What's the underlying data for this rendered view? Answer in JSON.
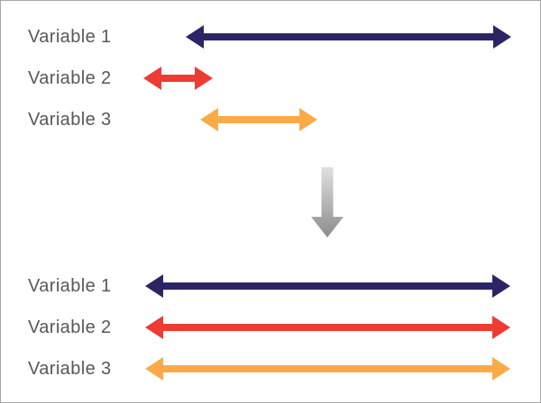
{
  "diagram": {
    "description": "Three variables with ranges of different lengths transformed to ranges of equal length",
    "top_group": {
      "rows": [
        {
          "label": "Variable 1",
          "color_name": "navy"
        },
        {
          "label": "Variable 2",
          "color_name": "red"
        },
        {
          "label": "Variable 3",
          "color_name": "orange"
        }
      ]
    },
    "bottom_group": {
      "rows": [
        {
          "label": "Variable 1",
          "color_name": "navy"
        },
        {
          "label": "Variable 2",
          "color_name": "red"
        },
        {
          "label": "Variable 3",
          "color_name": "orange"
        }
      ]
    }
  },
  "colors": {
    "navy": "#2b2566",
    "red": "#ee3b33",
    "orange": "#f9ab47",
    "label": "#58585a",
    "border": "#a6a6a6",
    "background": "#ffffff",
    "gray_arrow_top": "#e0e0e0",
    "gray_arrow_bottom": "#8c8c8c"
  }
}
